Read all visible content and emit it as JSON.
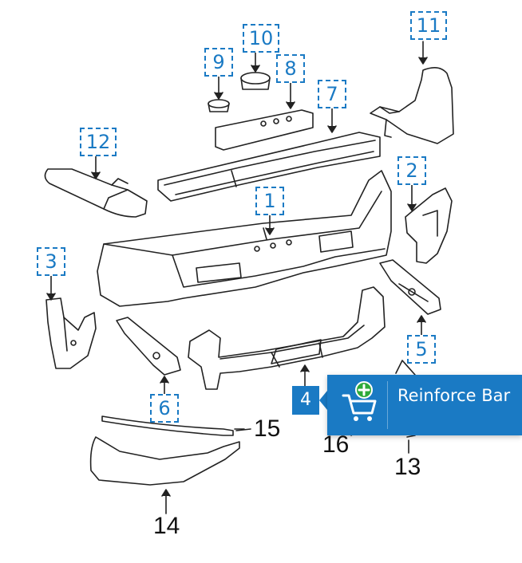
{
  "callouts": {
    "c1": "1",
    "c2": "2",
    "c3": "3",
    "c5": "5",
    "c6": "6",
    "c7": "7",
    "c8": "8",
    "c9": "9",
    "c10": "10",
    "c11": "11",
    "c12": "12"
  },
  "plain_labels": {
    "n13": "13",
    "n14": "14",
    "n15": "15",
    "n16": "16"
  },
  "highlight": {
    "number": "4",
    "part_name": "Reinforce Bar"
  },
  "icons": {
    "cart": "add-to-cart-icon"
  },
  "colors": {
    "accent": "#1a7ac4",
    "add_badge": "#2eaa3a",
    "line": "#222222"
  }
}
